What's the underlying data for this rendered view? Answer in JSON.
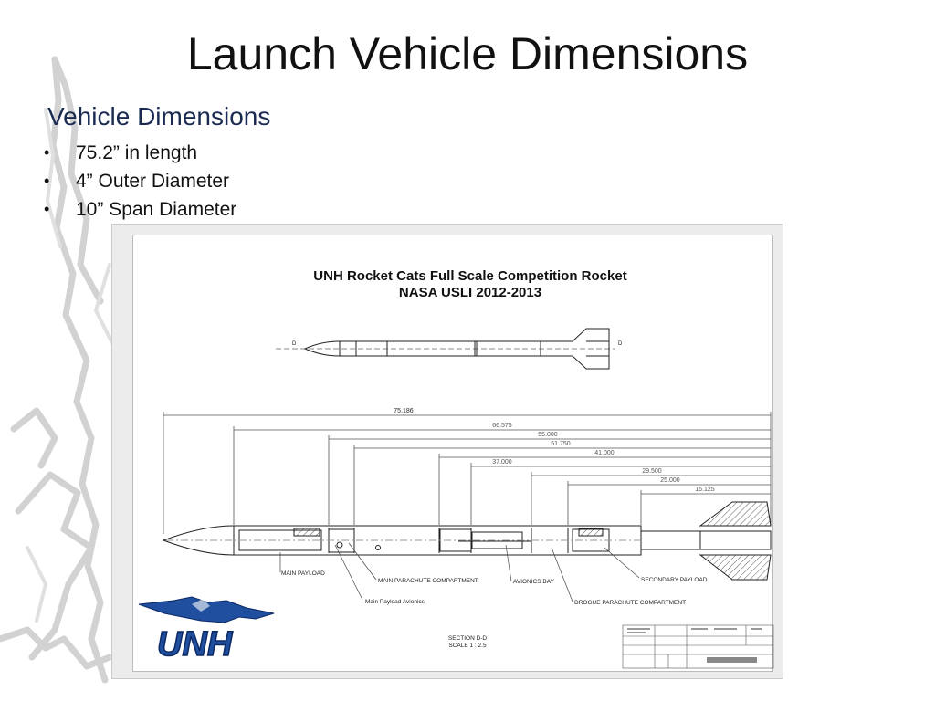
{
  "slide": {
    "title": "Launch Vehicle Dimensions",
    "subtitle": "Vehicle Dimensions",
    "bullets": [
      "75.2” in length",
      "4” Outer Diameter",
      "10” Span Diameter"
    ],
    "bullet_glyph": "•"
  },
  "drawing": {
    "title_line1": "UNH Rocket Cats Full Scale Competition Rocket",
    "title_line2": "NASA USLI 2012-2013",
    "section_marker": "D",
    "dimensions": [
      "75.186",
      "66.575",
      "55.000",
      "51.750",
      "41.000",
      "37.000",
      "29.500",
      "25.000",
      "16.125"
    ],
    "callouts": {
      "main_payload": "MAIN PAYLOAD",
      "main_parachute": "MAIN PARACHUTE COMPARTMENT",
      "avionics_bay": "AVIONICS BAY",
      "secondary_payload": "SECONDARY PAYLOAD",
      "main_payload_avionics": "Main Payload Avionics",
      "drogue_parachute": "DROGUE PARACHUTE COMPARTMENT"
    },
    "section_label_1": "SECTION D-D",
    "section_label_2": "SCALE 1 : 2.5",
    "logo_text": "UNH"
  },
  "colors": {
    "logo_blue": "#1f4f9e",
    "logo_dark": "#0c2a66",
    "frame_grey": "#ececec",
    "deco_grey": "#cfcfcf"
  }
}
